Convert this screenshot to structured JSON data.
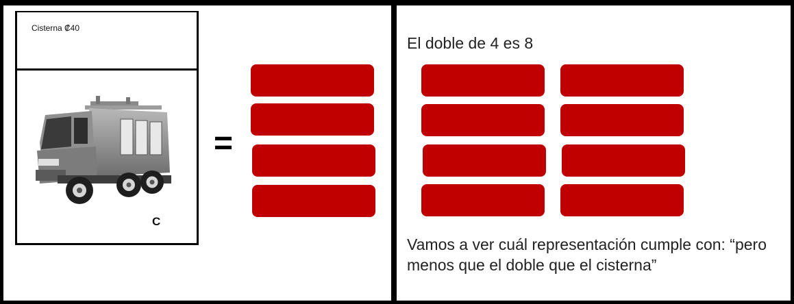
{
  "card": {
    "label": "Cisterna  ₡40",
    "letter": "C",
    "image": "fire-truck-toy"
  },
  "equals": "=",
  "left_blocks": {
    "count": 4,
    "color": "#c00000"
  },
  "right": {
    "title": "El doble de 4 es 8",
    "blocks": {
      "rows": 4,
      "columns": 2,
      "color": "#c00000"
    },
    "text": "Vamos a ver cuál representación cumple con: “pero menos que el doble que el cisterna”"
  }
}
